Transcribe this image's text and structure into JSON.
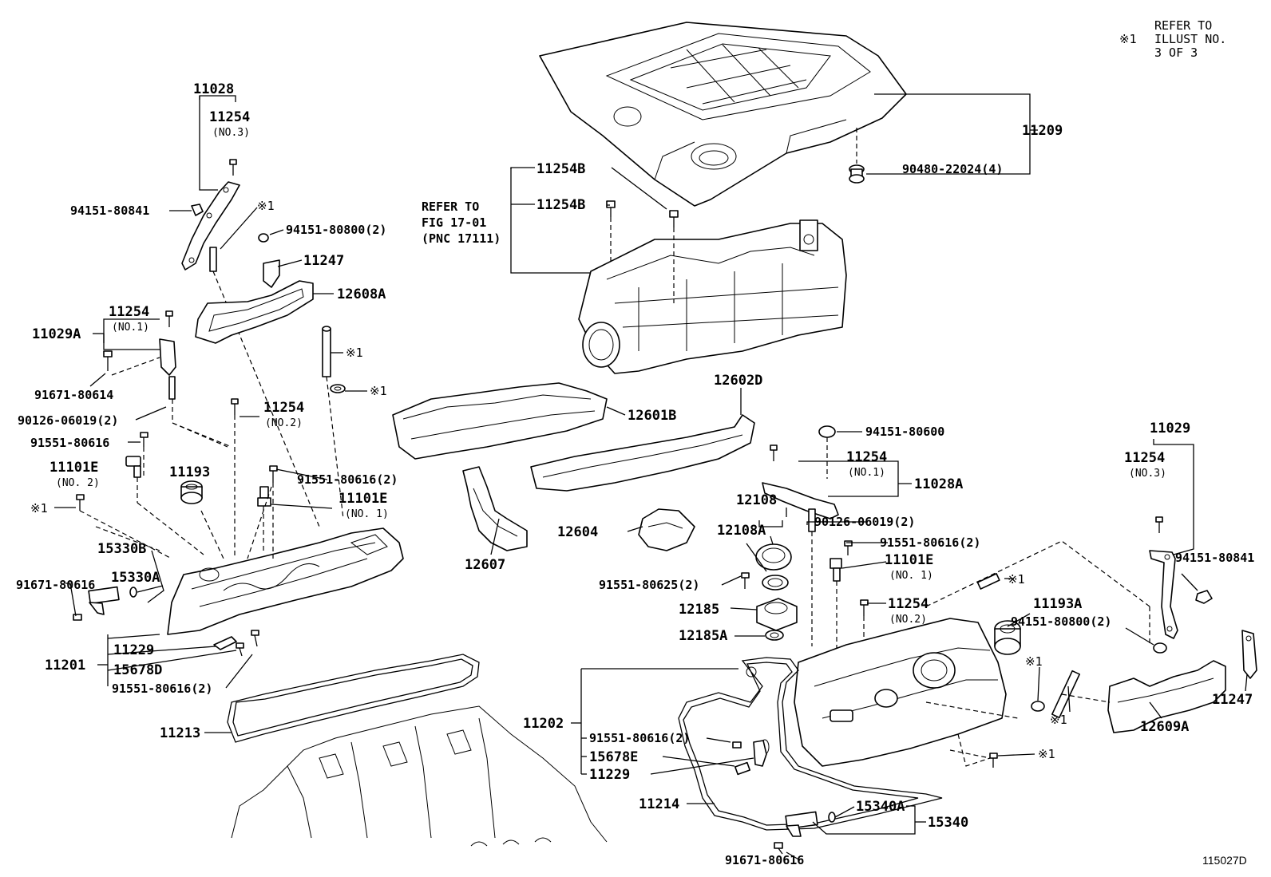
{
  "labels": {
    "p11028": "11028",
    "p11254_no3_a": "11254",
    "no3_a": "(NO.3)",
    "p94151_80841_a": "94151-80841",
    "ref1_a": "※1",
    "p94151_80800_2_a": "94151-80800(2)",
    "p11247_a": "11247",
    "p12608a": "12608A",
    "p11254_no1_a": "11254",
    "no1_a": "(NO.1)",
    "p11029a": "11029A",
    "ref1_b": "※1",
    "ref1_c": "※1",
    "p91671_80614": "91671-80614",
    "p90126_06019_2_a": "90126-06019(2)",
    "p11254_no2_a": "11254",
    "no2_a": "(NO.2)",
    "p91551_80616_a": "91551-80616",
    "p11101e_no2": "11101E",
    "no2_b": "(NO. 2)",
    "p11193": "11193",
    "p91551_80616_2_a": "91551-80616(2)",
    "p11101e_no1_a": "11101E",
    "no1_b": "(NO. 1)",
    "ref1_d": "※1",
    "p15330b": "15330B",
    "p91671_80616_a": "91671-80616",
    "p15330a": "15330A",
    "p11201": "11201",
    "p11229_a": "11229",
    "p15678d": "15678D",
    "p91551_80616_2_b": "91551-80616(2)",
    "p11213": "11213",
    "p11254b_1": "11254B",
    "p11254b_2": "11254B",
    "refer_fig_1": "REFER TO",
    "refer_fig_2": "FIG 17-01",
    "refer_fig_3": "(PNC 17111)",
    "p11209": "11209",
    "p90480_22024_4": "90480-22024(4)",
    "refer_illust_1": "REFER TO",
    "refer_illust_2": "ILLUST NO.",
    "refer_illust_3": "3 OF 3",
    "refer_illust_mark": "※1",
    "p12601b": "12601B",
    "p12602d": "12602D",
    "p12604": "12604",
    "p12607": "12607",
    "p94151_80600": "94151-80600",
    "p11254_no1_b": "11254",
    "no1_c": "(NO.1)",
    "p11028a": "11028A",
    "p12108": "12108",
    "p12108a": "12108A",
    "p90126_06019_2_b": "90126-06019(2)",
    "p91551_80616_2_c": "91551-80616(2)",
    "p11101e_no1_b": "11101E",
    "no1_d": "(NO. 1)",
    "p91551_80625_2": "91551-80625(2)",
    "ref1_e": "※1",
    "p12185": "12185",
    "p12185a": "12185A",
    "p11254_no2_b": "11254",
    "no2_c": "(NO.2)",
    "p11193a": "11193A",
    "p11029": "11029",
    "p11254_no3_b": "11254",
    "no3_b": "(NO.3)",
    "p94151_80841_b": "94151-80841",
    "p94151_80800_2_b": "94151-80800(2)",
    "ref1_f": "※1",
    "ref1_g": "※1",
    "ref1_h": "※1",
    "p12609a": "12609A",
    "p11247_b": "11247",
    "p11202": "11202",
    "p91551_80616_2_d": "91551-80616(2)",
    "p15678e": "15678E",
    "p11229_b": "11229",
    "p11214": "11214",
    "p15340a": "15340A",
    "p15340": "15340",
    "p91671_80616_b": "91671-80616",
    "fig_id": "115027D"
  }
}
